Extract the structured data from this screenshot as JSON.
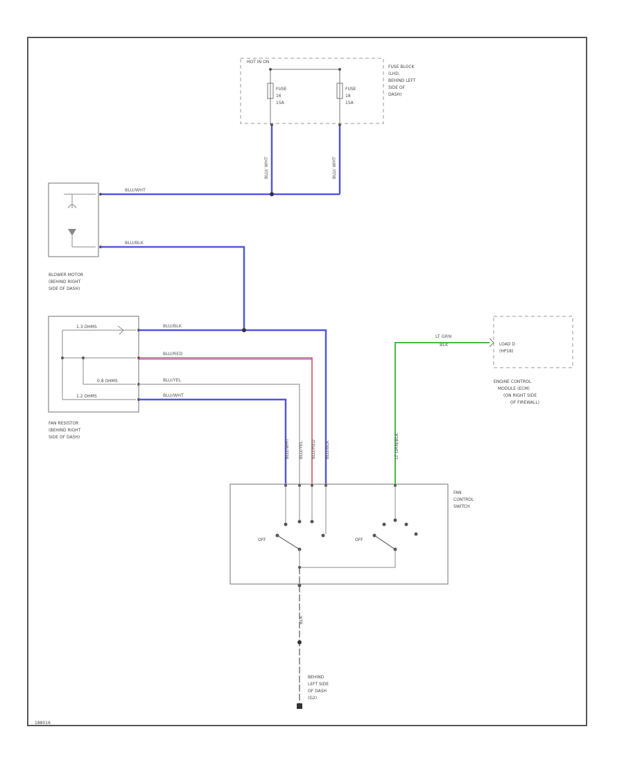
{
  "fuse_block": {
    "header": "HOT IN ON",
    "fuse_a": {
      "line1": "FUSE",
      "line2": "16",
      "line3": "15A"
    },
    "fuse_b": {
      "line1": "FUSE",
      "line2": "18",
      "line3": "15A"
    },
    "label": [
      "FUSE BLOCK",
      "(LHD,",
      "BEHIND LEFT",
      "SIDE OF",
      "DASH)"
    ]
  },
  "blower_motor": {
    "label": [
      "BLOWER MOTOR",
      "(BEHIND RIGHT",
      "SIDE OF DASH)"
    ],
    "wire_top": "BLU/WHT",
    "wire_bottom": "BLU/BLK"
  },
  "fan_resistor": {
    "label": [
      "FAN RESISTOR",
      "(BEHIND RIGHT",
      "SIDE OF DASH)"
    ],
    "res_labels": [
      "1.3 OHMS",
      "0.8 OHMS",
      "1.2 OHMS"
    ],
    "wires": [
      "BLU/BLK",
      "BLU/RED",
      "BLU/YEL",
      "BLU/WHT"
    ]
  },
  "ecm": {
    "inner": [
      "LOAD D",
      "(HP18)"
    ],
    "label": [
      "ENGINE CONTROL",
      "MODULE (ECM)",
      "(ON RIGHT SIDE",
      "OF FIREWALL)"
    ],
    "wire": [
      "LT GRN",
      "BLK"
    ]
  },
  "fan_switch": {
    "label": [
      "FAN",
      "CONTROL",
      "SWITCH"
    ],
    "off_left": "OFF",
    "off_right": "OFF"
  },
  "vertical_wires": {
    "fuse_wires": [
      "BLU/ WHT",
      "BLU/ WHT"
    ],
    "switch_wires": [
      "BLU/WHT",
      "BLU/YEL",
      "BLU/RED",
      "BLU/BLK"
    ],
    "ecm_wire": "LT GRN/BLK",
    "ground_wire": "BLK"
  },
  "ground": {
    "label": [
      "BEHIND",
      "LEFT SIDE",
      "OF DASH",
      "(G2)"
    ]
  },
  "diagram_id": "188016",
  "colors": {
    "blue_wire": "#5555dd",
    "green_wire": "#44bb44",
    "red_wire": "#cc4455",
    "gray_wire": "#aaaaaa"
  }
}
